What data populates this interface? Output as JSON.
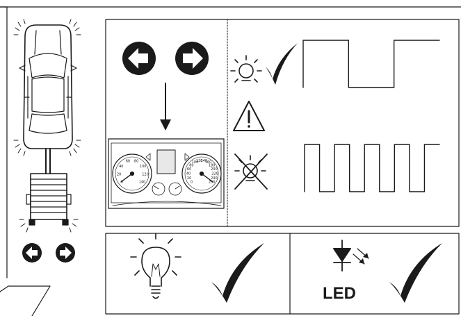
{
  "bulb_check": {
    "led_label": "LED"
  },
  "colors": {
    "stroke": "#1a1a1a",
    "background": "#ffffff",
    "screen_fill": "#e8e8e8"
  },
  "signals": {
    "normal_flash": [
      1,
      0,
      1
    ],
    "fast_flash": [
      1,
      0,
      1,
      0,
      1,
      0,
      1,
      0,
      1
    ]
  },
  "cluster": {
    "left_gauge_ticks": [
      "0",
      "20",
      "40",
      "60",
      "80",
      "100",
      "120",
      "140"
    ],
    "right_gauge_ticks": [
      "0",
      "20",
      "40",
      "60",
      "80",
      "100",
      "120",
      "140",
      "160",
      "180",
      "200",
      "220",
      "240",
      "260"
    ]
  },
  "icons": [
    "car-top-view-icon",
    "trailer-icon",
    "turn-left-icon",
    "turn-right-icon",
    "arrow-down-icon",
    "indicator-lamp-ok-icon",
    "warning-triangle-icon",
    "indicator-lamp-failed-icon",
    "light-bulb-icon",
    "led-diode-icon",
    "checkmark-icon"
  ]
}
